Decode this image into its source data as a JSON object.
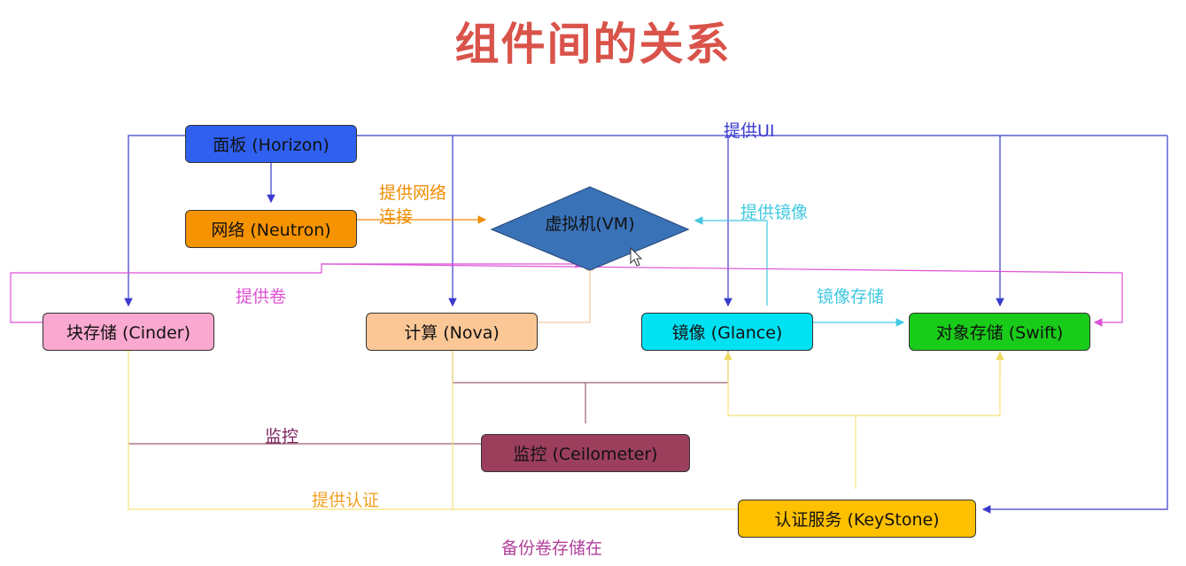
{
  "title": "组件间的关系",
  "nodes": {
    "horizon": "面板 (Horizon)",
    "neutron": "网络 (Neutron)",
    "vm": "虚拟机(VM)",
    "cinder": "块存储 (Cinder)",
    "nova": "计算 (Nova)",
    "glance": "镜像 (Glance)",
    "swift": "对象存储 (Swift)",
    "ceilometer": "监控 (Ceilometer)",
    "keystone": "认证服务 (KeyStone)"
  },
  "labels": {
    "provide_ui": "提供UI",
    "provide_network_1": "提供网络",
    "provide_network_2": "连接",
    "provide_image": "提供镜像",
    "provide_volume": "提供卷",
    "image_storage": "镜像存储",
    "monitor": "监控",
    "provide_auth": "提供认证",
    "backup_volume": "备份卷存储在"
  },
  "colors": {
    "title": "#d9534a",
    "horizon": "#3060f0",
    "neutron": "#f59300",
    "vm": "#3a72b8",
    "cinder": "#f9a8cf",
    "nova": "#fcc796",
    "glance": "#00e1f2",
    "swift": "#19cc19",
    "ceilometer": "#9b3f5c",
    "keystone": "#ffc000",
    "line_ui": "#3a3acf",
    "line_network": "#f08c00",
    "line_image": "#40c8e0",
    "line_volume": "#e050d8",
    "line_monitor": "#9b6070",
    "line_auth": "#f5e27a"
  }
}
